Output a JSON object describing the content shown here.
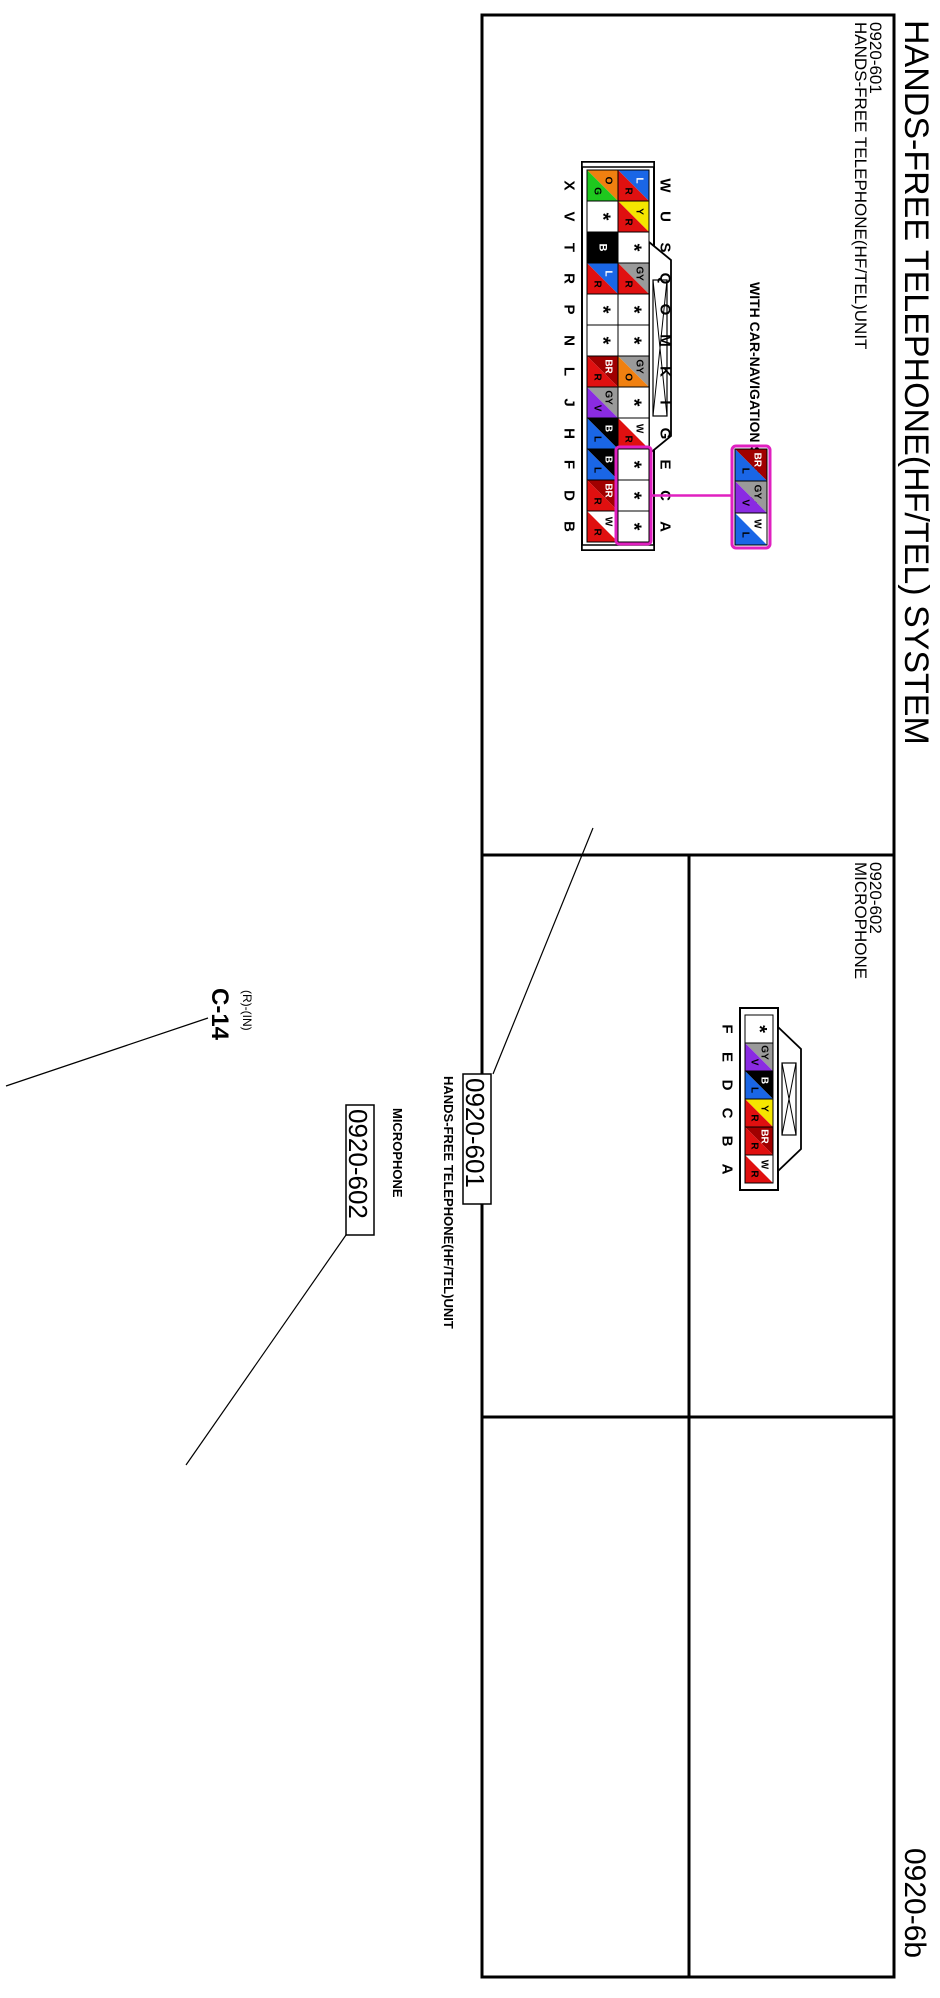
{
  "sheet": {
    "title": "HANDS-FREE TELEPHONE(HF/TEL) SYSTEM",
    "page_code": "0920-6b"
  },
  "connector_601": {
    "code": "0920-601",
    "name": "HANDS-FREE TELEPHONE(HF/TEL)UNIT",
    "note": "WITH CAR-NAVIGATION SYSTEM :",
    "top_row_letters": [
      "W",
      "U",
      "S",
      "Q",
      "O",
      "M",
      "K",
      "I",
      "G",
      "E",
      "C",
      "A"
    ],
    "bottom_row_letters": [
      "X",
      "V",
      "T",
      "R",
      "P",
      "N",
      "L",
      "J",
      "H",
      "F",
      "D",
      "B"
    ],
    "top_row_cells": [
      {
        "t": "L",
        "b": "R",
        "c1": "#1a66e6",
        "c2": "#e01010",
        "tc1": "#ffffff",
        "tc2": "#000000"
      },
      {
        "t": "Y",
        "b": "R",
        "c1": "#f5e600",
        "c2": "#e01010",
        "tc1": "#000000",
        "tc2": "#000000"
      },
      {
        "t": "*",
        "plain": true
      },
      {
        "t": "GY",
        "b": "R",
        "c1": "#9a9a9a",
        "c2": "#e01010",
        "tc1": "#000000",
        "tc2": "#000000"
      },
      {
        "t": "*",
        "plain": true
      },
      {
        "t": "*",
        "plain": true
      },
      {
        "t": "GY",
        "b": "O",
        "c1": "#9a9a9a",
        "c2": "#f08010",
        "tc1": "#000000",
        "tc2": "#000000"
      },
      {
        "t": "*",
        "plain": true
      },
      {
        "t": "W",
        "b": "R",
        "c1": "#ffffff",
        "c2": "#e01010",
        "tc1": "#000000",
        "tc2": "#000000"
      },
      {
        "t": "*",
        "plain": true
      },
      {
        "t": "*",
        "plain": true
      },
      {
        "t": "*",
        "plain": true
      }
    ],
    "bottom_row_cells": [
      {
        "t": "O",
        "b": "G",
        "c1": "#f08010",
        "c2": "#1ec81e",
        "tc1": "#000000",
        "tc2": "#000000"
      },
      {
        "t": "*",
        "plain": true
      },
      {
        "t": "B",
        "solid": true,
        "c1": "#000000",
        "tc1": "#ffffff"
      },
      {
        "t": "L",
        "b": "R",
        "c1": "#1a66e6",
        "c2": "#e01010",
        "tc1": "#ffffff",
        "tc2": "#000000"
      },
      {
        "t": "*",
        "plain": true
      },
      {
        "t": "*",
        "plain": true
      },
      {
        "t": "BR",
        "b": "R",
        "c1": "#a00000",
        "c2": "#e01010",
        "tc1": "#ffffff",
        "tc2": "#000000"
      },
      {
        "t": "GY",
        "b": "V",
        "c1": "#9a9a9a",
        "c2": "#8a2be2",
        "tc1": "#000000",
        "tc2": "#000000"
      },
      {
        "t": "B",
        "b": "L",
        "c1": "#000000",
        "c2": "#1a66e6",
        "tc1": "#ffffff",
        "tc2": "#000000"
      },
      {
        "t": "B",
        "b": "L",
        "c1": "#000000",
        "c2": "#1a66e6",
        "tc1": "#ffffff",
        "tc2": "#000000"
      },
      {
        "t": "BR",
        "b": "R",
        "c1": "#a00000",
        "c2": "#e01010",
        "tc1": "#ffffff",
        "tc2": "#000000"
      },
      {
        "t": "W",
        "b": "R",
        "c1": "#ffffff",
        "c2": "#e01010",
        "tc1": "#000000",
        "tc2": "#000000"
      }
    ],
    "callout_cells": [
      {
        "t": "BR",
        "b": "L",
        "c1": "#a00000",
        "c2": "#1a66e6",
        "tc1": "#ffffff",
        "tc2": "#000000"
      },
      {
        "t": "GY",
        "b": "V",
        "c1": "#9a9a9a",
        "c2": "#8a2be2",
        "tc1": "#000000",
        "tc2": "#000000"
      },
      {
        "t": "W",
        "b": "L",
        "c1": "#ffffff",
        "c2": "#1a66e6",
        "tc1": "#000000",
        "tc2": "#000000"
      }
    ]
  },
  "connector_602": {
    "code": "0920-602",
    "name": "MICROPHONE",
    "letters": [
      "F",
      "E",
      "D",
      "C",
      "B",
      "A"
    ],
    "cells": [
      {
        "t": "*",
        "plain": true
      },
      {
        "t": "GY",
        "b": "V",
        "c1": "#9a9a9a",
        "c2": "#8a2be2",
        "tc1": "#000000",
        "tc2": "#000000"
      },
      {
        "t": "B",
        "b": "L",
        "c1": "#000000",
        "c2": "#1a66e6",
        "tc1": "#ffffff",
        "tc2": "#000000"
      },
      {
        "t": "Y",
        "b": "R",
        "c1": "#f5e600",
        "c2": "#e01010",
        "tc1": "#000000",
        "tc2": "#000000"
      },
      {
        "t": "BR",
        "b": "R",
        "c1": "#a00000",
        "c2": "#e01010",
        "tc1": "#ffffff",
        "tc2": "#000000"
      },
      {
        "t": "W",
        "b": "R",
        "c1": "#ffffff",
        "c2": "#e01010",
        "tc1": "#000000",
        "tc2": "#000000"
      }
    ]
  },
  "locator": {
    "label_601_code": "0920-601",
    "label_601_name": "HANDS-FREE TELEPHONE(HF/TEL)UNIT",
    "label_602_code": "0920-602",
    "label_602_name": "MICROPHONE",
    "c14_code": "C-14",
    "c14_sub": "(R)-(IN)"
  },
  "colors": {
    "frame": "#000000",
    "highlight": "#e020c0"
  }
}
